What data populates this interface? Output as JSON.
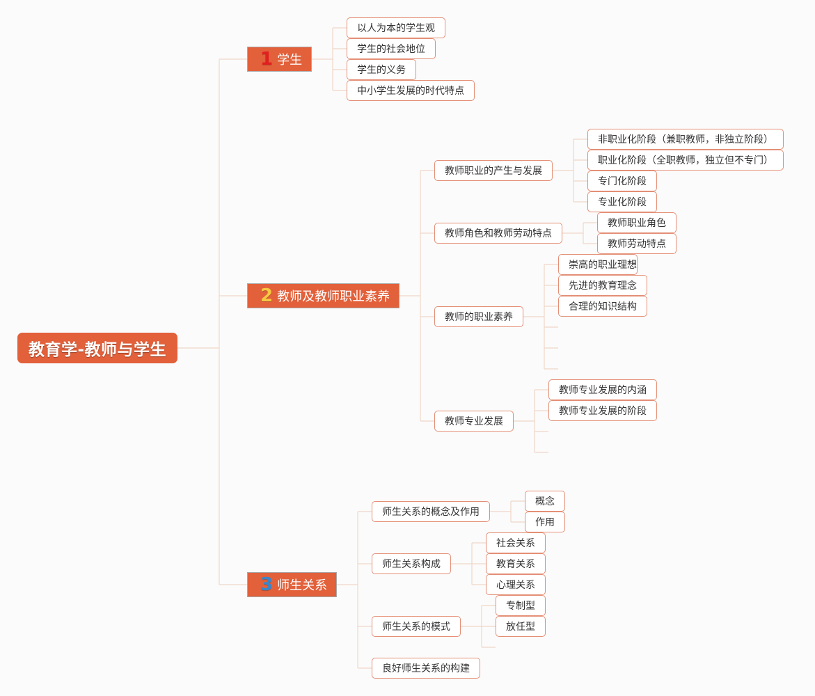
{
  "colors": {
    "node_fill": "#e2603a",
    "node_border": "#e48f76",
    "connector": "#efd7c8",
    "number_1": "#e02020",
    "number_2": "#f7c842",
    "number_3": "#3a86c8"
  },
  "root": {
    "label": "教育学-教师与学生"
  },
  "branches": [
    {
      "number": "1",
      "label": "学生",
      "children": [
        {
          "label": "以人为本的学生观"
        },
        {
          "label": "学生的社会地位"
        },
        {
          "label": "学生的义务"
        },
        {
          "label": "中小学生发展的时代特点"
        }
      ]
    },
    {
      "number": "2",
      "label": "教师及教师职业素养",
      "children": [
        {
          "label": "教师职业的产生与发展",
          "children": [
            {
              "label": "非职业化阶段（兼职教师，非独立阶段）"
            },
            {
              "label": "职业化阶段（全职教师，独立但不专门）"
            },
            {
              "label": "专门化阶段"
            },
            {
              "label": "专业化阶段"
            }
          ]
        },
        {
          "label": "教师角色和教师劳动特点",
          "children": [
            {
              "label": "教师职业角色"
            },
            {
              "label": "教师劳动特点"
            }
          ]
        },
        {
          "label": "教师的职业素养",
          "children": [
            {
              "label": "崇高的职业理想"
            },
            {
              "label": "先进的教育理念"
            },
            {
              "label": "合理的知识结构"
            }
          ]
        },
        {
          "label": "教师专业发展",
          "children": [
            {
              "label": "教师专业发展的内涵"
            },
            {
              "label": "教师专业发展的阶段"
            }
          ]
        }
      ]
    },
    {
      "number": "3",
      "label": "师生关系",
      "children": [
        {
          "label": "师生关系的概念及作用",
          "children": [
            {
              "label": "概念"
            },
            {
              "label": "作用"
            }
          ]
        },
        {
          "label": "师生关系构成",
          "children": [
            {
              "label": "社会关系"
            },
            {
              "label": "教育关系"
            },
            {
              "label": "心理关系"
            }
          ]
        },
        {
          "label": "师生关系的模式",
          "children": [
            {
              "label": "专制型"
            },
            {
              "label": "放任型"
            }
          ]
        },
        {
          "label": "良好师生关系的构建"
        }
      ]
    }
  ]
}
